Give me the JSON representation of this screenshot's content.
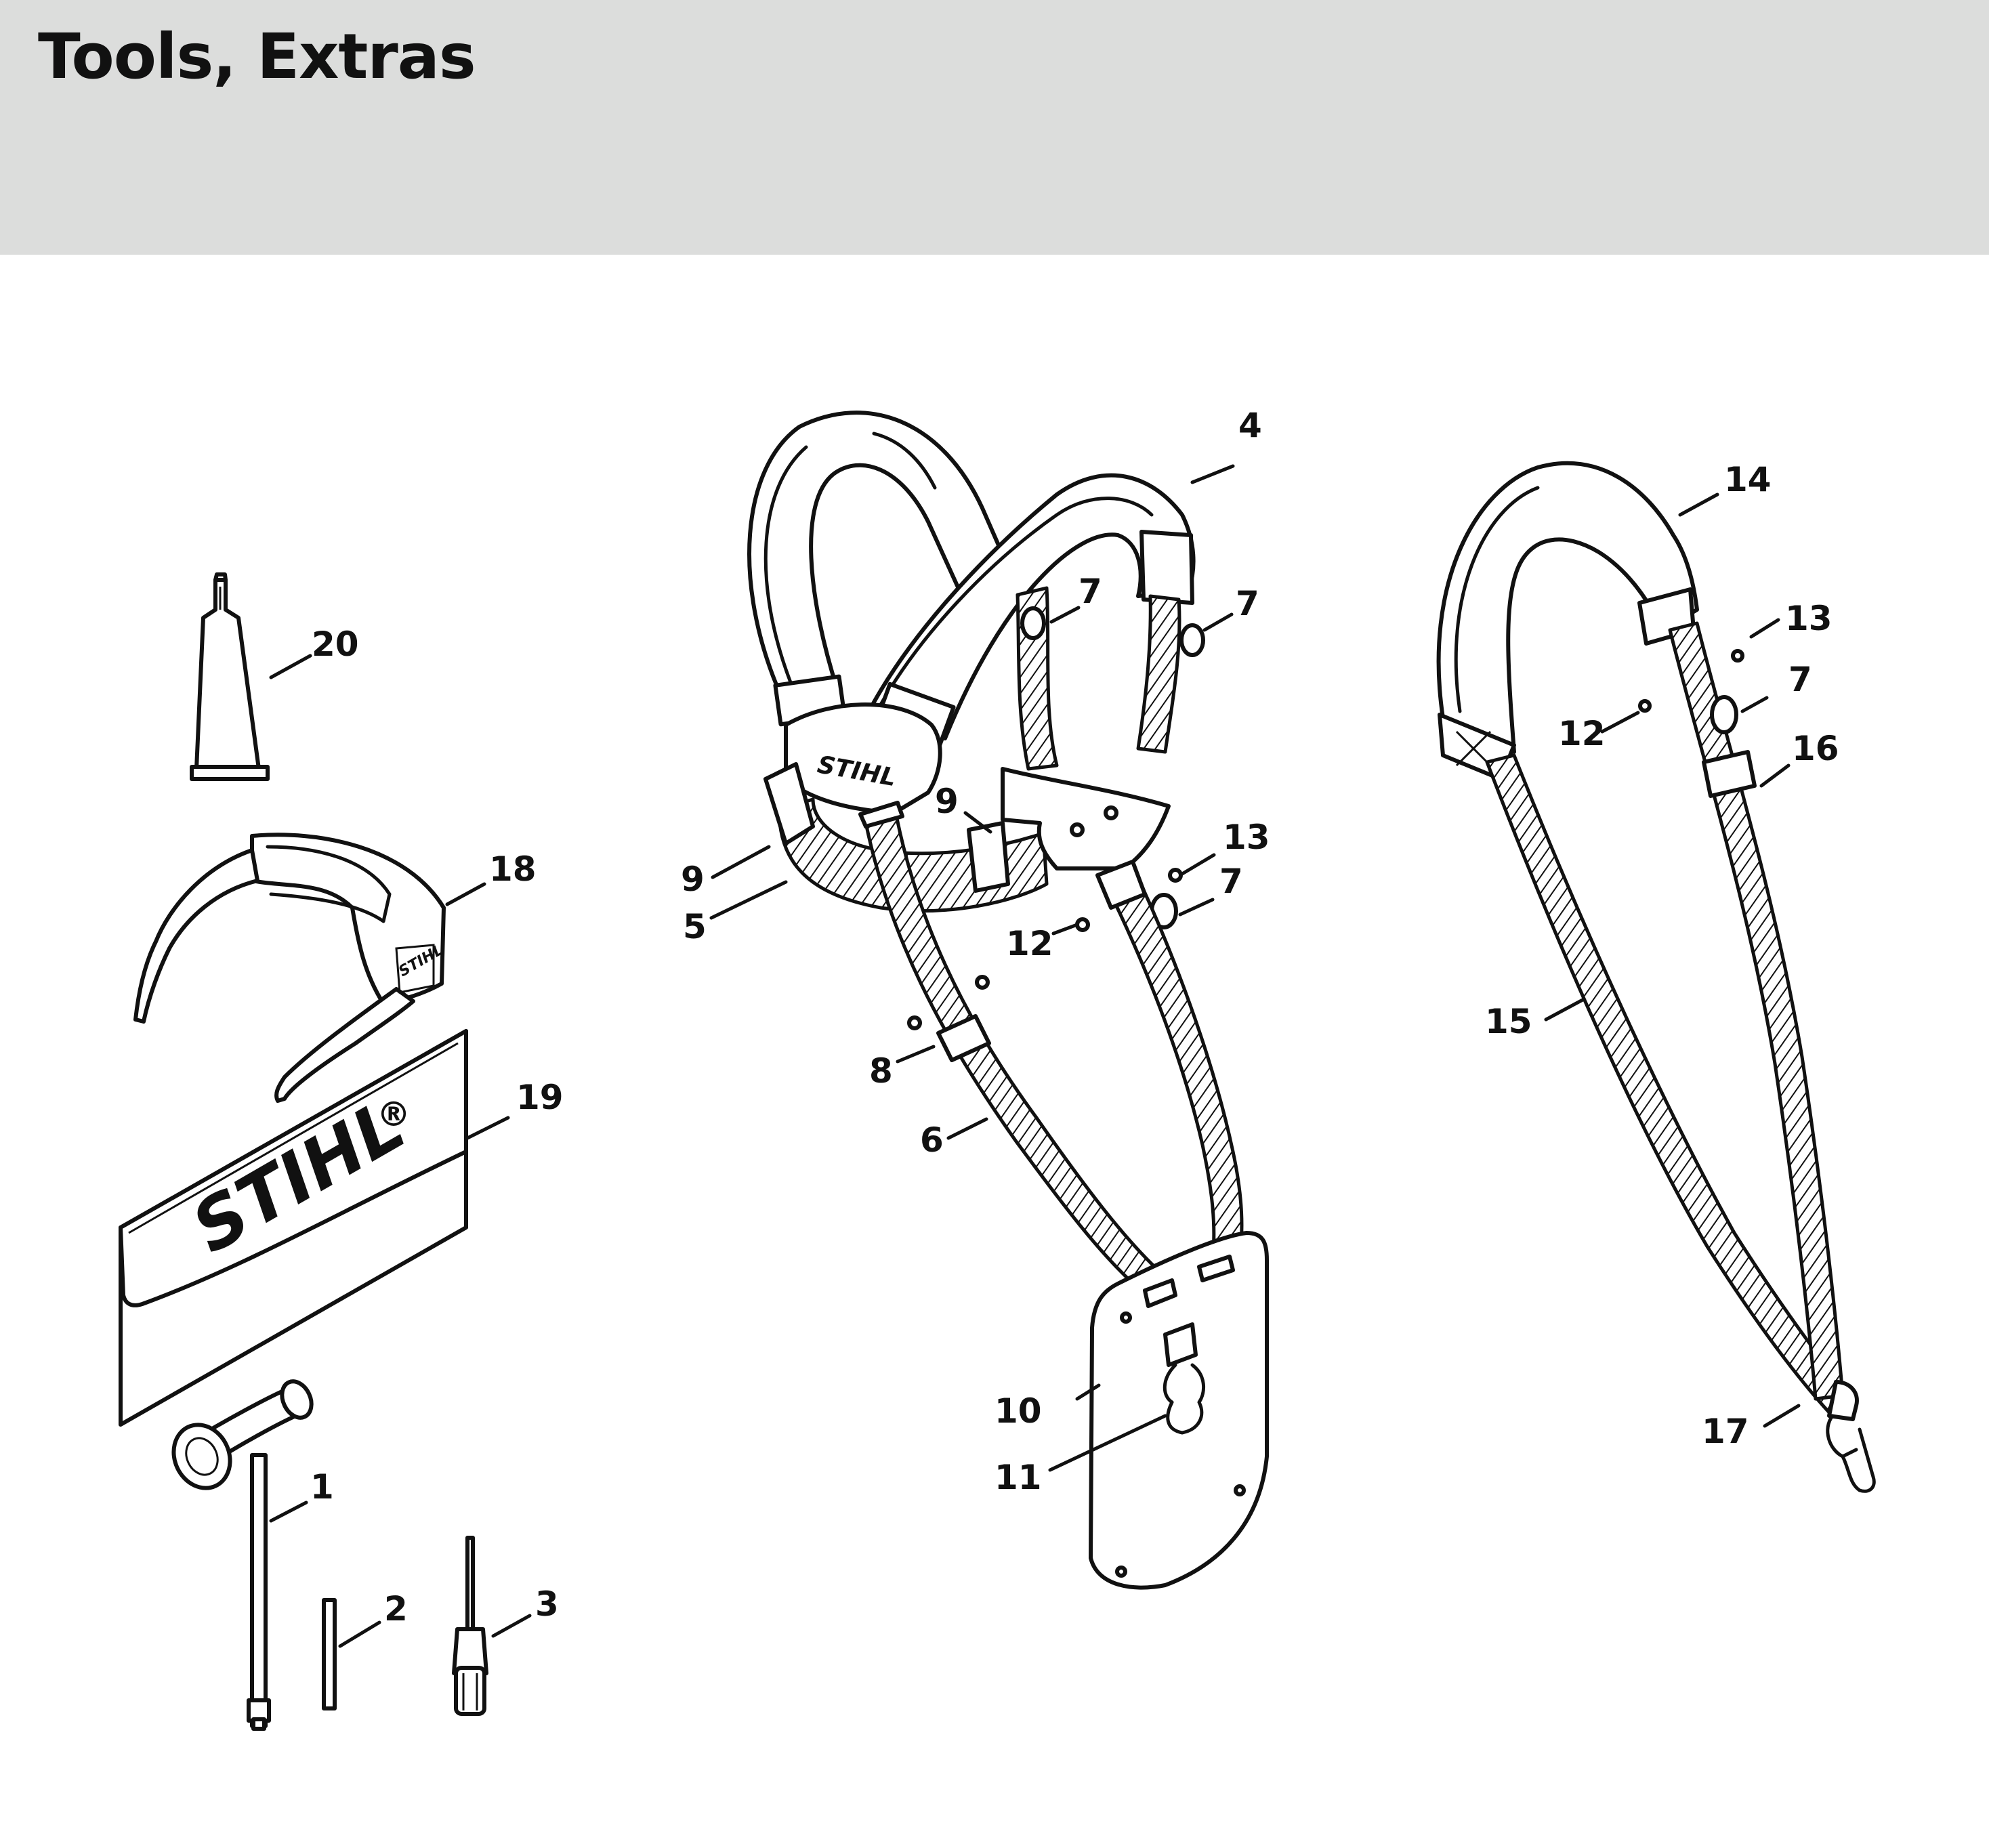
{
  "header": {
    "title": "Tools, Extras"
  },
  "brand_marks": {
    "logo": "STIHL",
    "registered": "®"
  },
  "callouts": [
    {
      "id": "c4",
      "label": "4"
    },
    {
      "id": "c7a",
      "label": "7"
    },
    {
      "id": "c7b",
      "label": "7"
    },
    {
      "id": "c9a",
      "label": "9"
    },
    {
      "id": "c9b",
      "label": "9"
    },
    {
      "id": "c5",
      "label": "5"
    },
    {
      "id": "c13a",
      "label": "13"
    },
    {
      "id": "c7c",
      "label": "7"
    },
    {
      "id": "c12a",
      "label": "12"
    },
    {
      "id": "c8",
      "label": "8"
    },
    {
      "id": "c6",
      "label": "6"
    },
    {
      "id": "c10",
      "label": "10"
    },
    {
      "id": "c11",
      "label": "11"
    },
    {
      "id": "c14",
      "label": "14"
    },
    {
      "id": "c13b",
      "label": "13"
    },
    {
      "id": "c7d",
      "label": "7"
    },
    {
      "id": "c12b",
      "label": "12"
    },
    {
      "id": "c16",
      "label": "16"
    },
    {
      "id": "c15",
      "label": "15"
    },
    {
      "id": "c17",
      "label": "17"
    },
    {
      "id": "c20",
      "label": "20"
    },
    {
      "id": "c18",
      "label": "18"
    },
    {
      "id": "c19",
      "label": "19"
    },
    {
      "id": "c1",
      "label": "1"
    },
    {
      "id": "c2",
      "label": "2"
    },
    {
      "id": "c3",
      "label": "3"
    }
  ]
}
